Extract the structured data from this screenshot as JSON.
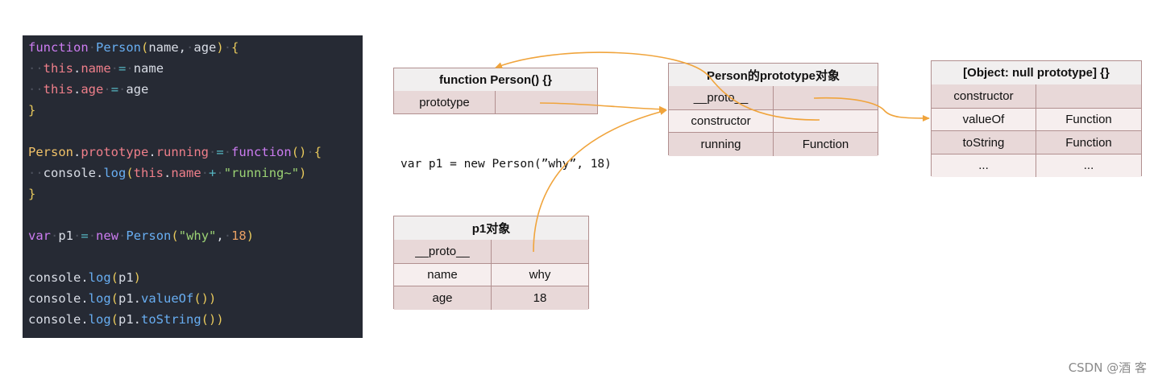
{
  "code": {
    "lines": [
      [
        [
          "kw",
          "function"
        ],
        [
          "ind",
          "·"
        ],
        [
          "fn",
          "Person"
        ],
        [
          "br",
          "("
        ],
        [
          "plain",
          "name,"
        ],
        [
          "ind",
          "·"
        ],
        [
          "plain",
          "age"
        ],
        [
          "br",
          ")"
        ],
        [
          "ind",
          "·"
        ],
        [
          "br",
          "{"
        ]
      ],
      [
        [
          "ind",
          "··"
        ],
        [
          "this",
          "this"
        ],
        [
          "plain",
          "."
        ],
        [
          "prop",
          "name"
        ],
        [
          "ind",
          "·"
        ],
        [
          "op",
          "="
        ],
        [
          "ind",
          "·"
        ],
        [
          "plain",
          "name"
        ]
      ],
      [
        [
          "ind",
          "··"
        ],
        [
          "this",
          "this"
        ],
        [
          "plain",
          "."
        ],
        [
          "prop",
          "age"
        ],
        [
          "ind",
          "·"
        ],
        [
          "op",
          "="
        ],
        [
          "ind",
          "·"
        ],
        [
          "plain",
          "age"
        ]
      ],
      [
        [
          "br",
          "}"
        ]
      ],
      [],
      [
        [
          "cls",
          "Person"
        ],
        [
          "plain",
          "."
        ],
        [
          "prop",
          "prototype"
        ],
        [
          "plain",
          "."
        ],
        [
          "prop",
          "running"
        ],
        [
          "ind",
          "·"
        ],
        [
          "op",
          "="
        ],
        [
          "ind",
          "·"
        ],
        [
          "kw",
          "function"
        ],
        [
          "br",
          "()"
        ],
        [
          "ind",
          "·"
        ],
        [
          "br",
          "{"
        ]
      ],
      [
        [
          "ind",
          "··"
        ],
        [
          "plain",
          "console."
        ],
        [
          "fn",
          "log"
        ],
        [
          "br",
          "("
        ],
        [
          "this",
          "this"
        ],
        [
          "plain",
          "."
        ],
        [
          "prop",
          "name"
        ],
        [
          "ind",
          "·"
        ],
        [
          "op",
          "+"
        ],
        [
          "ind",
          "·"
        ],
        [
          "str",
          "\"running~\""
        ],
        [
          "br",
          ")"
        ]
      ],
      [
        [
          "br",
          "}"
        ]
      ],
      [],
      [
        [
          "kw",
          "var"
        ],
        [
          "ind",
          "·"
        ],
        [
          "plain",
          "p1"
        ],
        [
          "ind",
          "·"
        ],
        [
          "op",
          "="
        ],
        [
          "ind",
          "·"
        ],
        [
          "kw",
          "new"
        ],
        [
          "ind",
          "·"
        ],
        [
          "fn",
          "Person"
        ],
        [
          "br",
          "("
        ],
        [
          "str",
          "\"why\""
        ],
        [
          "plain",
          ","
        ],
        [
          "ind",
          "·"
        ],
        [
          "num",
          "18"
        ],
        [
          "br",
          ")"
        ]
      ],
      [],
      [
        [
          "plain",
          "console."
        ],
        [
          "fn",
          "log"
        ],
        [
          "br",
          "("
        ],
        [
          "plain",
          "p1"
        ],
        [
          "br",
          ")"
        ]
      ],
      [
        [
          "plain",
          "console."
        ],
        [
          "fn",
          "log"
        ],
        [
          "br",
          "("
        ],
        [
          "plain",
          "p1."
        ],
        [
          "fn",
          "valueOf"
        ],
        [
          "br",
          "())"
        ]
      ],
      [
        [
          "plain",
          "console."
        ],
        [
          "fn",
          "log"
        ],
        [
          "br",
          "("
        ],
        [
          "plain",
          "p1."
        ],
        [
          "fn",
          "toString"
        ],
        [
          "br",
          "())"
        ]
      ]
    ]
  },
  "person_fn": {
    "title": "function Person() {}",
    "rows": [
      [
        "prototype",
        ""
      ]
    ]
  },
  "person_proto": {
    "title": "Person的prototype对象",
    "rows": [
      [
        "__proto__",
        ""
      ],
      [
        "constructor",
        ""
      ],
      [
        "running",
        "Function"
      ]
    ]
  },
  "null_proto": {
    "title": "[Object: null prototype] {}",
    "rows": [
      [
        "constructor",
        ""
      ],
      [
        "valueOf",
        "Function"
      ],
      [
        "toString",
        "Function"
      ],
      [
        "...",
        "..."
      ]
    ]
  },
  "p1_obj": {
    "title": "p1对象",
    "rows": [
      [
        "__proto__",
        ""
      ],
      [
        "name",
        "why"
      ],
      [
        "age",
        "18"
      ]
    ]
  },
  "expression": "var p1 = new Person(”why”, 18)",
  "watermark": "CSDN @酒 客",
  "colors": {
    "arrow": "#f0a43c",
    "border": "#b18f8f",
    "code_bg": "#262a34"
  }
}
